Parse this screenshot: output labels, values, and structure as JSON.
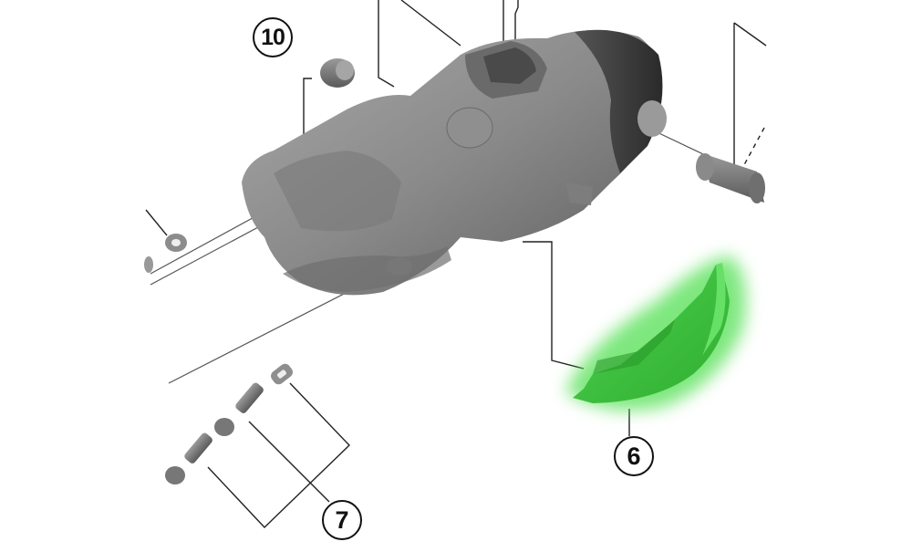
{
  "diagram": {
    "type": "exploded-parts-diagram",
    "subject": "bicycle shifter / brake lever body assembly",
    "background_color": "#ffffff",
    "highlight_color": "#3ddc3d",
    "callouts": [
      {
        "id": "c10",
        "label": "10",
        "part": "rubber grommet / cap"
      },
      {
        "id": "c6",
        "label": "6",
        "part": "lower cover (highlighted green)"
      },
      {
        "id": "c7",
        "label": "7",
        "part": "fixing bolts and washer set"
      }
    ],
    "highlighted_part": "6"
  }
}
